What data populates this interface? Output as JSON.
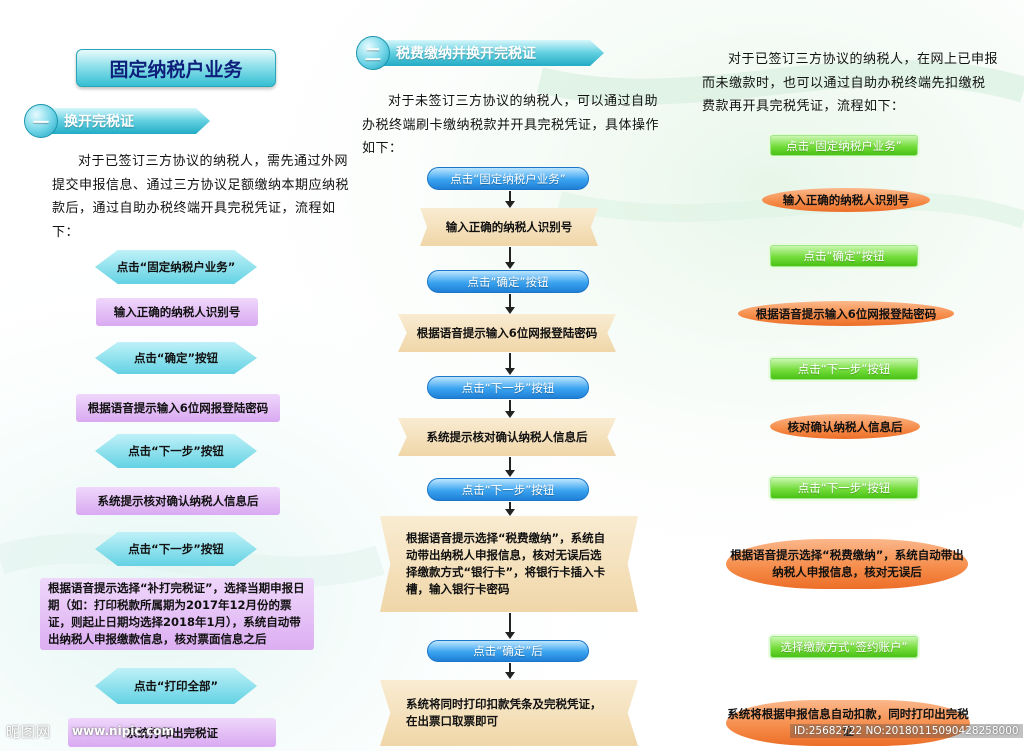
{
  "page": {
    "title": "固定纳税户业务"
  },
  "colors": {
    "cyan": "#63d2e3",
    "purple": "#d9a9f1",
    "blue": "#3aa4f0",
    "tan": "#f0d6a8",
    "green": "#74dc3a",
    "orange": "#f58a47"
  },
  "section1": {
    "number": "一",
    "heading": "换开完税证",
    "intro": "对于已签订三方协议的纳税人，需先通过外网提交申报信息、通过三方协议足额缴纳本期应纳税款后，通过自助办税终端开具完税凭证，流程如下：",
    "steps": [
      "点击“固定纳税户业务”",
      "输入正确的纳税人识别号",
      "点击“确定”按钮",
      "根据语音提示输入6位网报登陆密码",
      "点击“下一步”按钮",
      "系统提示核对确认纳税人信息后",
      "点击“下一步”按钮",
      "根据语音提示选择“补打完税证”，选择当期申报日期（如：打印税款所属期为2017年12月份的票证，则起止日期均选择2018年1月），系统自动带出纳税人申报缴款信息，核对票面信息之后",
      "点击“打印全部”",
      "系统打印出完税证"
    ]
  },
  "section2": {
    "number": "二",
    "heading": "税费缴纳并换开完税证",
    "intro": "对于未签订三方协议的纳税人，可以通过自助办税终端刷卡缴纳税款并开具完税凭证，具体操作如下：",
    "steps": [
      "点击“固定纳税户业务”",
      "输入正确的纳税人识别号",
      "点击“确定”按钮",
      "根据语音提示输入6位网报登陆密码",
      "点击“下一步”按钮",
      "系统提示核对确认纳税人信息后",
      "点击“下一步”按钮",
      "根据语音提示选择“税费缴纳”，系统自动带出纳税人申报信息，核对无误后选择缴款方式“银行卡”，将银行卡插入卡槽，输入银行卡密码",
      "点击“确定”后",
      "系统将同时打印扣款凭条及完税凭证，在出票口取票即可"
    ]
  },
  "section3": {
    "intro": "对于已签订三方协议的纳税人，在网上已申报而未缴款时，也可以通过自助办税终端先扣缴税费款再开具完税凭证，流程如下：",
    "steps": [
      "点击“固定纳税户业务”",
      "输入正确的纳税人识别号",
      "点击“确定”按钮",
      "根据语音提示输入6位网报登陆密码",
      "点击“下一步”按钮",
      "核对确认纳税人信息后",
      "点击“下一步”按钮",
      "根据语音提示选择“税费缴纳”，系统自动带出纳税人申报信息，核对无误后",
      "选择缴款方式“签约账户”",
      "系统将根据申报信息自动扣款，同时打印出完税证"
    ]
  },
  "watermark": {
    "site_cn": "昵图网",
    "site_url": "www.nipic.com",
    "id": "ID:25682722 NO:20180115090428258000"
  }
}
